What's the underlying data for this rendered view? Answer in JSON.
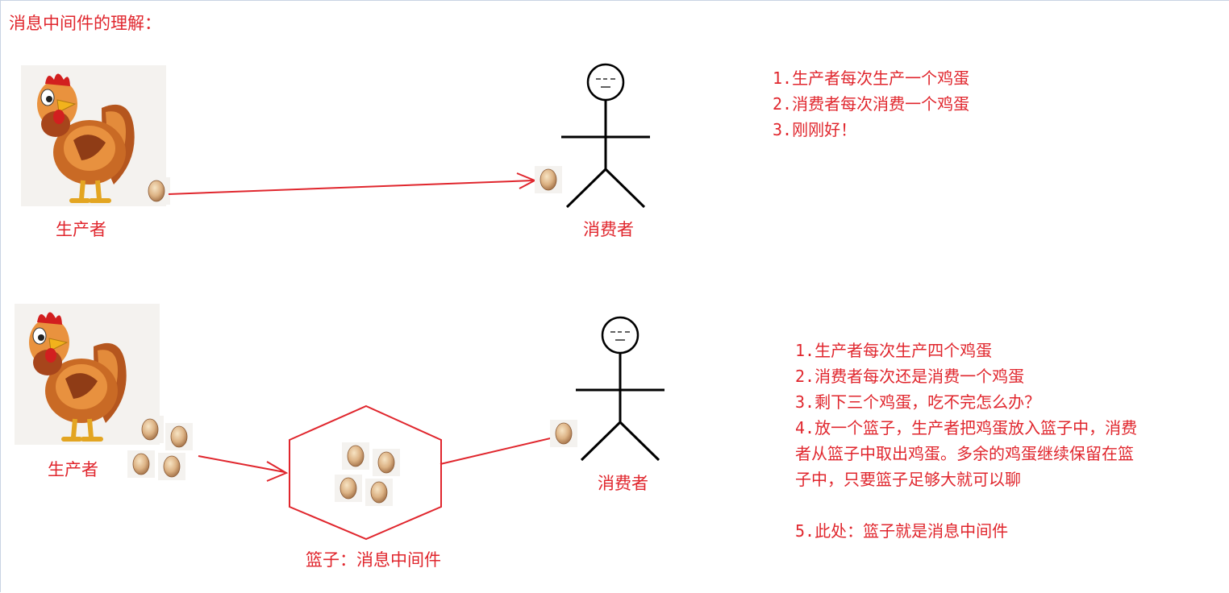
{
  "title": "消息中间件的理解：",
  "scene1": {
    "producer_label": "生产者",
    "consumer_label": "消费者",
    "notes": [
      "1.生产者每次生产一个鸡蛋",
      "2.消费者每次消费一个鸡蛋",
      "3.刚刚好！"
    ]
  },
  "scene2": {
    "producer_label": "生产者",
    "consumer_label": "消费者",
    "basket_label": "篮子：消息中间件",
    "notes": [
      "1.生产者每次生产四个鸡蛋",
      "2.消费者每次还是消费一个鸡蛋",
      "3.剩下三个鸡蛋，吃不完怎么办？",
      "4.放一个篮子，生产者把鸡蛋放入篮子中，消费",
      "者从篮子中取出鸡蛋。多余的鸡蛋继续保留在篮",
      "子中，只要篮子足够大就可以聊",
      "",
      "5.此处：篮子就是消息中间件"
    ]
  },
  "colors": {
    "text": "#e0262d",
    "arrow": "#e0262d",
    "figure": "#000000"
  }
}
